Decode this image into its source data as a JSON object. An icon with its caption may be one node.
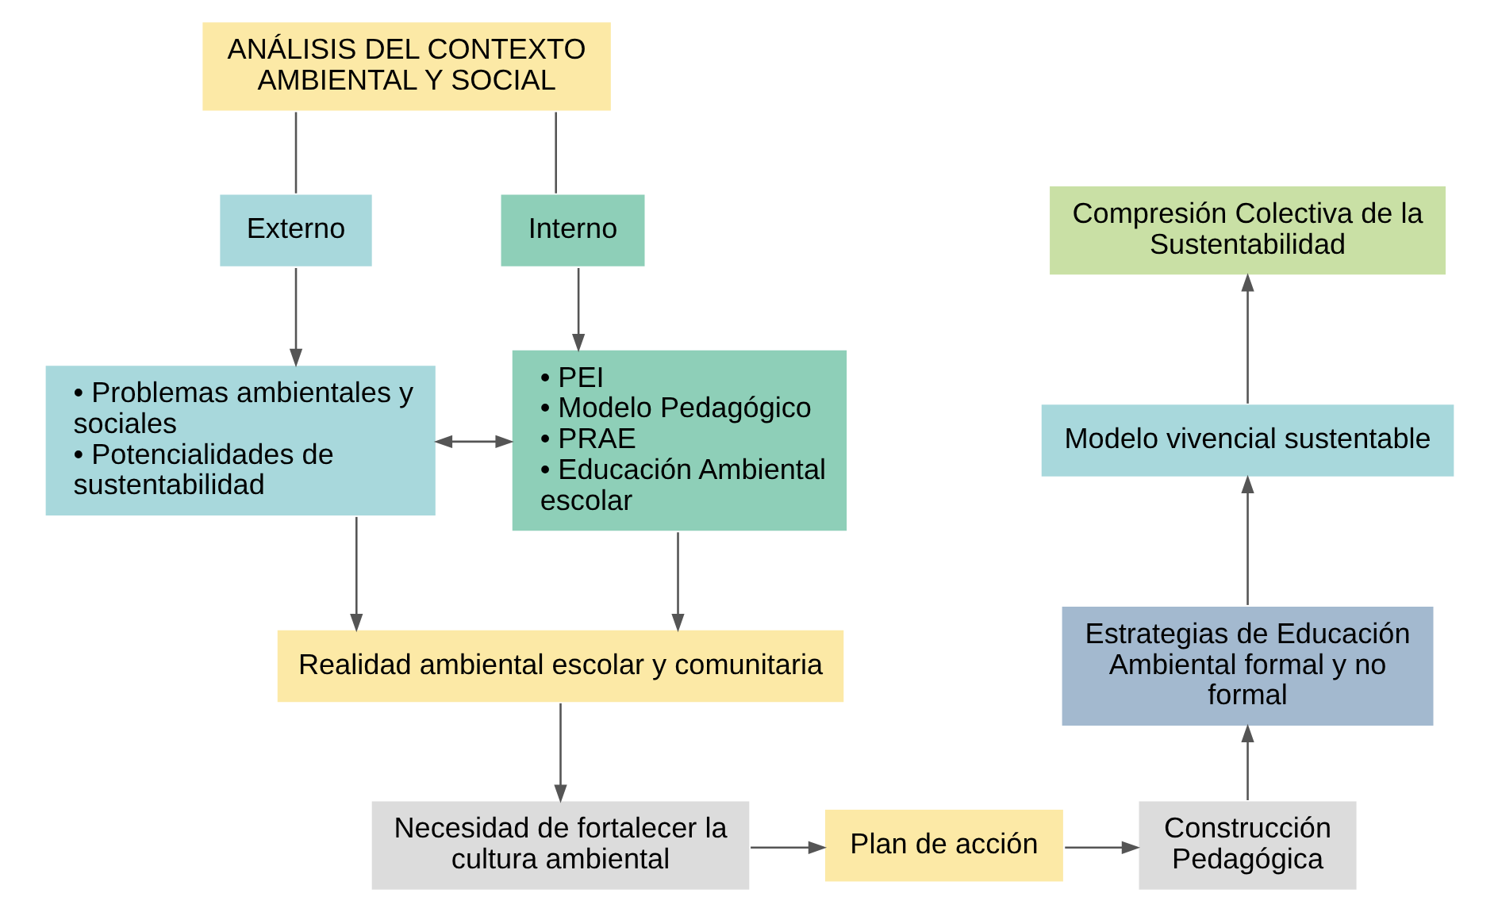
{
  "diagram": {
    "nodes": [
      {
        "text": [
          "ANÁLISIS DEL CONTEXTO AMBIENTAL Y SOCIAL"
        ]
      },
      {
        "text": [
          "Externo"
        ]
      },
      {
        "text": [
          "Interno"
        ]
      },
      {
        "text": [
          "• Problemas ambientales y sociales",
          "• Potencialidades de sustentabilidad"
        ]
      },
      {
        "text": [
          "• PEI",
          "• Modelo Pedagógico",
          "• PRAE",
          "• Educación Ambiental escolar"
        ]
      },
      {
        "text": [
          "Realidad ambiental escolar y comunitaria"
        ]
      },
      {
        "text": [
          "Necesidad de fortalecer la cultura ambiental"
        ]
      },
      {
        "text": [
          "Plan de acción"
        ]
      },
      {
        "text": [
          "Construcción Pedagógica"
        ]
      },
      {
        "text": [
          "Estrategias de Educación Ambiental formal y no formal"
        ]
      },
      {
        "text": [
          "Modelo vivencial sustentable"
        ]
      },
      {
        "text": [
          "Compresión Colectiva de la Sustentabilidad"
        ]
      }
    ],
    "edges": [
      {
        "from": 0,
        "to": 1,
        "arrow": "none"
      },
      {
        "from": 0,
        "to": 2,
        "arrow": "none"
      },
      {
        "from": 1,
        "to": 3,
        "arrow": "to"
      },
      {
        "from": 2,
        "to": 4,
        "arrow": "to"
      },
      {
        "from": 3,
        "to": 4,
        "arrow": "both"
      },
      {
        "from": 3,
        "to": 5,
        "arrow": "to"
      },
      {
        "from": 4,
        "to": 5,
        "arrow": "to"
      },
      {
        "from": 5,
        "to": 6,
        "arrow": "to"
      },
      {
        "from": 6,
        "to": 7,
        "arrow": "to"
      },
      {
        "from": 7,
        "to": 8,
        "arrow": "to"
      },
      {
        "from": 8,
        "to": 9,
        "arrow": "to"
      },
      {
        "from": 9,
        "to": 10,
        "arrow": "to"
      },
      {
        "from": 10,
        "to": 11,
        "arrow": "to"
      }
    ]
  }
}
